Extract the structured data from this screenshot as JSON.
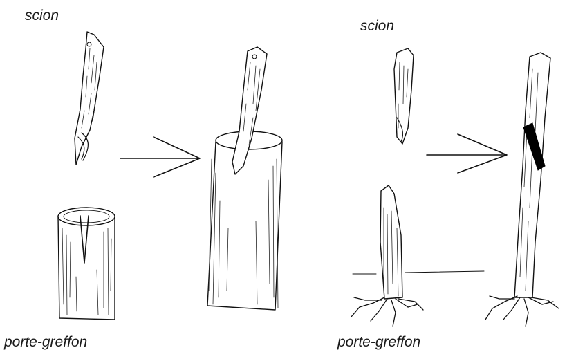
{
  "labels": {
    "scion_left": "scion",
    "scion_right": "scion",
    "rootstock_left": "porte-greffon",
    "rootstock_right": "porte-greffon"
  },
  "colors": {
    "ink": "#111111",
    "background": "#ffffff",
    "graft_tape": "#000000"
  }
}
